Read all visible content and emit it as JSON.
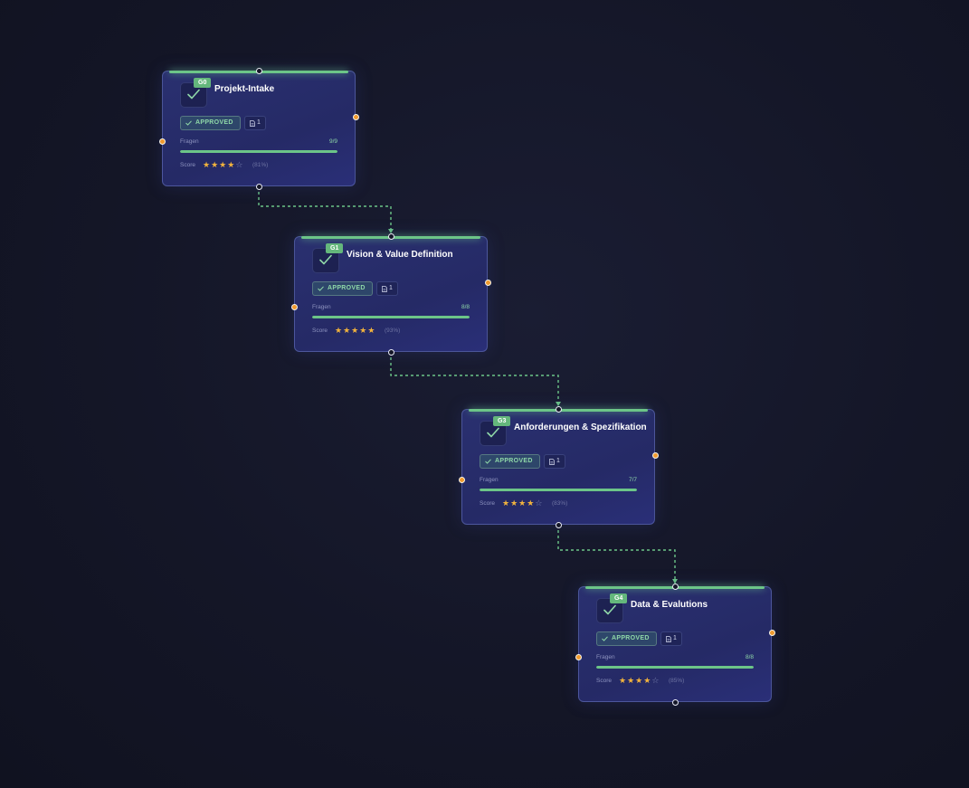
{
  "colors": {
    "accent": "#6cc588",
    "badge": "#64b77c",
    "star": "#f2b33d",
    "side_handle": "#f09a2e",
    "node_bg": "#262b6a"
  },
  "nodes": [
    {
      "id": "G0",
      "title": "Projekt-Intake",
      "status": "APPROVED",
      "status_icon": "check-icon",
      "docs_icon": "document-icon",
      "docs": "1",
      "questions_label": "Fragen",
      "questions": "9/9",
      "progress": 1.0,
      "score_label": "Score",
      "stars": 4,
      "max_stars": 5,
      "score_pct": "(81%)"
    },
    {
      "id": "G1",
      "title": "Vision & Value Definition",
      "status": "APPROVED",
      "status_icon": "check-icon",
      "docs_icon": "document-icon",
      "docs": "1",
      "questions_label": "Fragen",
      "questions": "8/8",
      "progress": 1.0,
      "score_label": "Score",
      "stars": 5,
      "max_stars": 5,
      "score_pct": "(93%)"
    },
    {
      "id": "G3",
      "title": "Anforderungen & Spezifikation",
      "status": "APPROVED",
      "status_icon": "check-icon",
      "docs_icon": "document-icon",
      "docs": "1",
      "questions_label": "Fragen",
      "questions": "7/7",
      "progress": 1.0,
      "score_label": "Score",
      "stars": 4,
      "max_stars": 5,
      "score_pct": "(83%)"
    },
    {
      "id": "G4",
      "title": "Data & Evalutions",
      "status": "APPROVED",
      "status_icon": "check-icon",
      "docs_icon": "document-icon",
      "docs": "1",
      "questions_label": "Fragen",
      "questions": "8/8",
      "progress": 1.0,
      "score_label": "Score",
      "stars": 4,
      "max_stars": 5,
      "score_pct": "(85%)"
    }
  ],
  "edges": [
    {
      "from": "G0",
      "to": "G1",
      "style": "dashed"
    },
    {
      "from": "G1",
      "to": "G3",
      "style": "dashed"
    },
    {
      "from": "G3",
      "to": "G4",
      "style": "dashed"
    }
  ]
}
